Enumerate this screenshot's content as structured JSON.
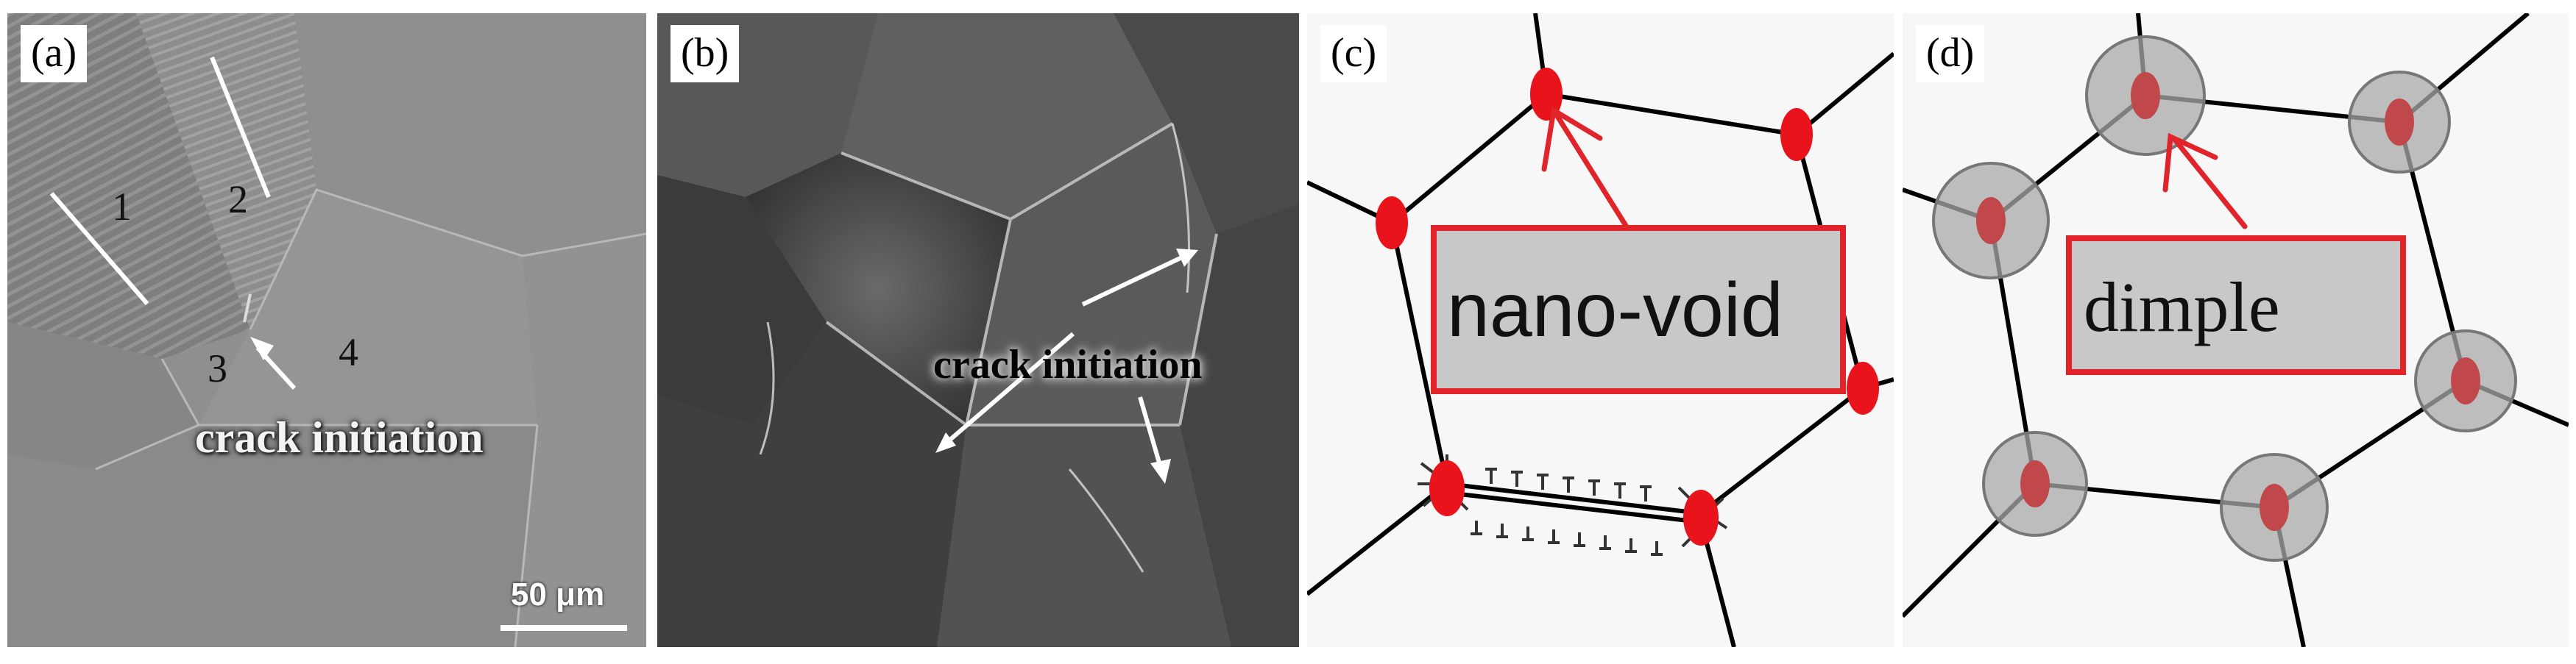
{
  "panels": [
    {
      "label": "(a)"
    },
    {
      "label": "(b)"
    },
    {
      "label": "(c)"
    },
    {
      "label": "(d)"
    }
  ],
  "panel_a": {
    "grain_labels": [
      "1",
      "2",
      "3",
      "4"
    ],
    "annotation": "crack initiation",
    "scale_bar": "50 μm"
  },
  "panel_b": {
    "annotation": "crack initiation"
  },
  "panel_c": {
    "box_label": "nano-void"
  },
  "panel_d": {
    "box_label": "dimple"
  },
  "colors": {
    "void_red": "#e8131b",
    "box_border": "#e0242a",
    "box_fill": "#c8c8c8",
    "dimple_gray": "#a9a9a9",
    "dimple_core": "#c0474a"
  }
}
